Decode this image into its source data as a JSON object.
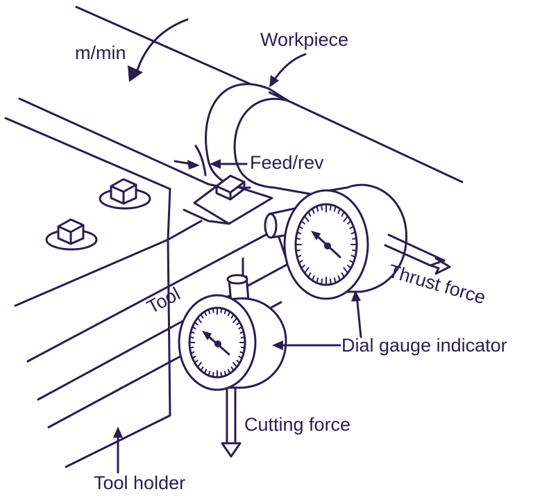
{
  "figure": {
    "labels": {
      "speed": "m/min",
      "workpiece": "Workpiece",
      "feed": "Feed/rev",
      "tool": "Tool",
      "thrust_force": "Thrust force",
      "dial_gauge": "Dial gauge indicator",
      "cutting_force": "Cutting force",
      "tool_holder": "Tool holder"
    },
    "colors": {
      "ink": "#2b1d4f",
      "background": "#ffffff"
    }
  }
}
